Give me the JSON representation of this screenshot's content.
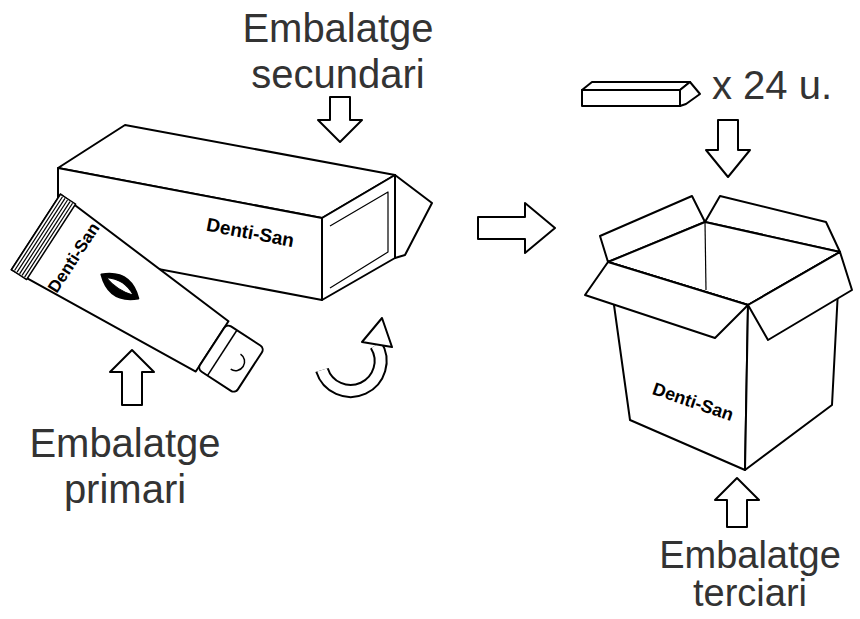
{
  "diagram": {
    "nodes": [
      {
        "text": [
          "Denti-San"
        ]
      },
      {
        "text": [
          "Denti-San"
        ]
      },
      {
        "text": [
          "Denti-San"
        ]
      }
    ],
    "labels": [
      "Embalatge secundari",
      "Embalatge primari",
      "x 24 u.",
      "Embalatge terciari"
    ]
  }
}
